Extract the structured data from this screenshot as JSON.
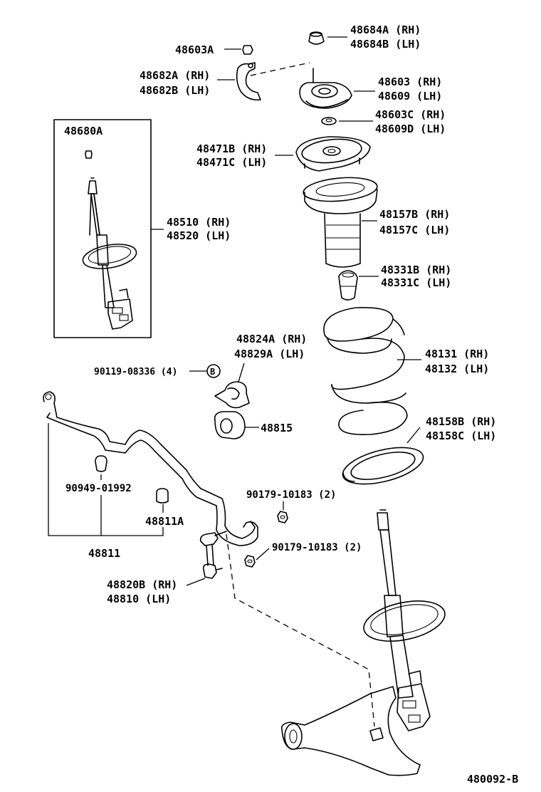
{
  "labels": {
    "p48684A": "48684A (RH)",
    "p48684B": "48684B (LH)",
    "p48603A": "48603A",
    "p48682A": "48682A (RH)",
    "p48682B": "48682B (LH)",
    "p48603": "48603 (RH)",
    "p48609": "48609 (LH)",
    "p48603C": "48603C (RH)",
    "p48609D": "48609D (LH)",
    "p48680A": "48680A",
    "p48471B": "48471B (RH)",
    "p48471C": "48471C (LH)",
    "p48510": "48510 (RH)",
    "p48520": "48520 (LH)",
    "p48157B": "48157B (RH)",
    "p48157C": "48157C (LH)",
    "p48331B": "48331B (RH)",
    "p48331C": "48331C (LH)",
    "p48824A": "48824A (RH)",
    "p48829A": "48829A (LH)",
    "p48131": "48131 (RH)",
    "p48132": "48132 (LH)",
    "p90119": "90119-08336 (4)",
    "marker_b": "B",
    "p48815": "48815",
    "p48158B": "48158B (RH)",
    "p48158C": "48158C (LH)",
    "p90949": "90949-01992",
    "p90179a": "90179-10183 (2)",
    "p48811A": "48811A",
    "p90179b": "90179-10183 (2)",
    "p48811": "48811",
    "p48820B": "48820B (RH)",
    "p48810": "48810  (LH)",
    "diagram_id": "480092-B"
  }
}
